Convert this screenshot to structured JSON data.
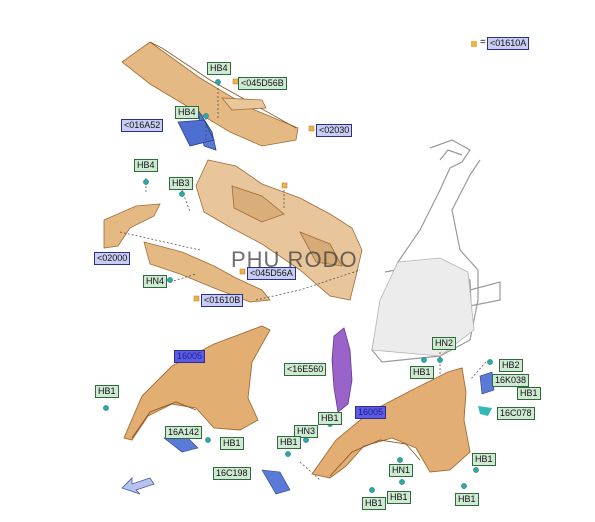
{
  "watermark": "PHU RODO",
  "legend": {
    "symbol_color": "#f2b24a",
    "equals": "=",
    "code": "<01610A"
  },
  "callouts": {
    "hb4_top": "HB4",
    "c045d56b": "<045D56B",
    "hb4_mid": "HB4",
    "c016a52": "<016A52",
    "c02030": "<02030",
    "hb4_left": "HB4",
    "hb3": "HB3",
    "c02000": "<02000",
    "hn4": "HN4",
    "c045d56a": "<045D56A",
    "c01610b": "<01610B",
    "p16005_left": "16005",
    "hb1_left": "HB1",
    "c16a142": "16A142",
    "hb1_under": "HB1",
    "c16e560": "<16E560",
    "hn2": "HN2",
    "hb1_right_top": "HB1",
    "hb2": "HB2",
    "c16k038": "16K038",
    "hb1_far_right": "HB1",
    "p16005_right": "16005",
    "hb1_mid": "HB1",
    "c16c078": "16C078",
    "hn3": "HN3",
    "hb1_center": "HB1",
    "c16c198": "16C198",
    "hn1": "HN1",
    "hb1_r1": "HB1",
    "hb1_bottom_mid": "HB1",
    "hb1_bottom_left": "HB1",
    "hb1_bottom_right": "HB1"
  }
}
